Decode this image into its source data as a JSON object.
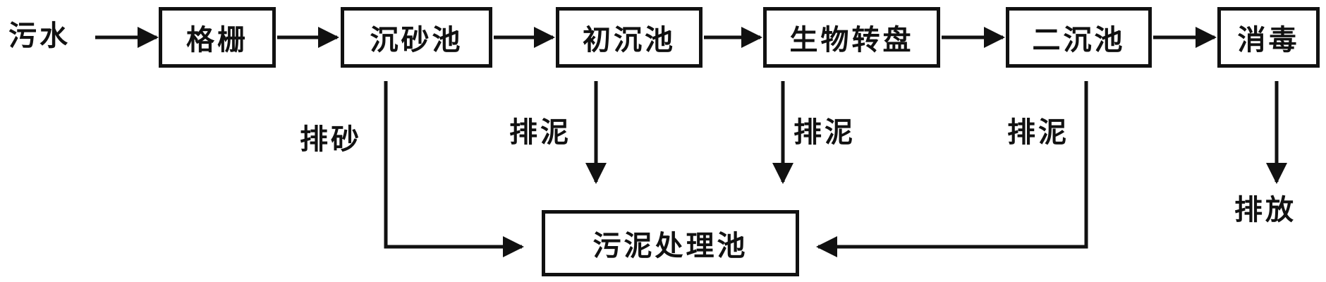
{
  "diagram": {
    "input_label": "污水",
    "stages": [
      "格栅",
      "沉砂池",
      "初沉池",
      "生物转盘",
      "二沉池",
      "消毒"
    ],
    "sludge_tank": "污泥处理池",
    "grit_discharge_label": "排砂",
    "sludge_discharge_labels": [
      "排泥",
      "排泥",
      "排泥"
    ],
    "effluent_label": "排放"
  },
  "colors": {
    "stroke": "#111111",
    "background": "#ffffff"
  }
}
